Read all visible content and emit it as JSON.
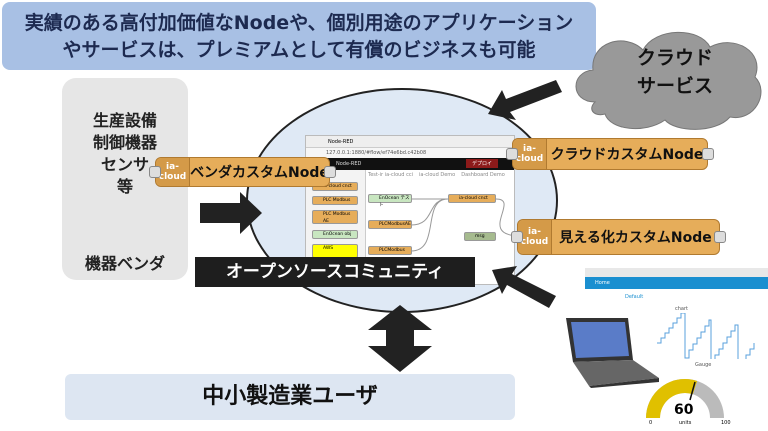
{
  "banner": {
    "line1": "実績のある高付加価値なNodeや、個別用途のアプリケーション",
    "line2": "やサービスは、プレミアムとして有償のビジネスも可能"
  },
  "cloud": {
    "line1": "クラウド",
    "line2": "サービス"
  },
  "vendor_box": {
    "lines": [
      "生産設備",
      "制御機器",
      "センサ",
      "等"
    ],
    "label": "機器ベンダ"
  },
  "nodes": {
    "vendor": "ベンダカスタムNode",
    "cloud": "クラウドカスタムNode",
    "visual": "見える化カスタムNode",
    "icon_text": "ia-cloud"
  },
  "community": "オープンソースコミュニティ",
  "users": "中小製造業ユーザ",
  "nodered": {
    "tab": "Node-RED",
    "url": "127.0.0.1:1880/#flow/ef74e6bd.c42b08",
    "brand": "Node-RED",
    "deploy": "デプロイ",
    "flow_tabs": [
      "Test-ir ia-cloud cci",
      "ia-cloud Demo",
      "Dashboard Demo"
    ],
    "palette": [
      "ia-cloud cnct",
      "PLC Modbus",
      "PLC Modbus AE",
      "EnOcean obj",
      "AWS"
    ],
    "flow_nodes": [
      "EnOcean テスト",
      "PLCModbusAE",
      "PLCModbus",
      "ia-cloud cnct",
      "msg"
    ]
  },
  "dashboard": {
    "nav": "Home",
    "group": "Default",
    "chart_title": "chart",
    "gauge_title": "Gauge",
    "gauge_value": 60,
    "gauge_units": "units",
    "gauge_min": 0,
    "gauge_max": 100,
    "accent": "#1a8fd0",
    "gauge_color": "#e0c000"
  }
}
